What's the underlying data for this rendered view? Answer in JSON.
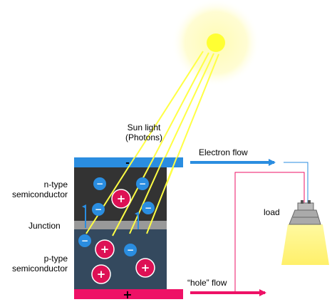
{
  "labels": {
    "sunlight_line1": "Sun light",
    "sunlight_line2": "(Photons)",
    "n_type_line1": "n-type",
    "n_type_line2": "semiconductor",
    "junction": "Junction",
    "p_type_line1": "p-type",
    "p_type_line2": "semiconductor",
    "electron_flow": "Electron flow",
    "hole_flow": "“hole” flow",
    "load": "load"
  },
  "terminals": {
    "negative": "-",
    "positive": "+"
  },
  "particles": {
    "electron_sign": "−",
    "hole_sign": "+"
  },
  "colors": {
    "sun_core": "#ffff33",
    "sun_glow": "#fffbb0",
    "ray": "#ffff44",
    "n_layer": "#333333",
    "p_layer": "#34495e",
    "junction": "#999999",
    "top_electrode": "#2a8de0",
    "bottom_electrode": "#ee1166",
    "electron": "#2a8de0",
    "hole": "#dd1155",
    "electron_flow_arrow": "#2a8de0",
    "hole_flow_arrow": "#ee1166",
    "bulb_cap": "#aaaaaa",
    "bulb_light": "#fff77a"
  }
}
